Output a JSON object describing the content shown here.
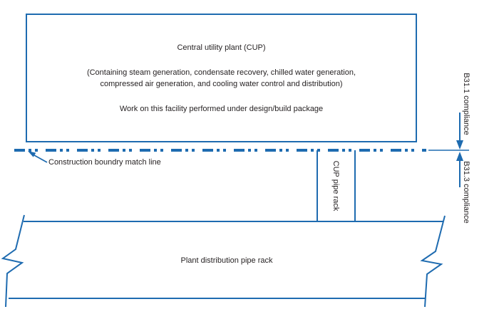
{
  "diagram": {
    "cup_box": {
      "title": "Central utility plant (CUP)",
      "contents": "(Containing steam generation, condensate recovery, chilled water generation, compressed air generation, and cooling water control and distribution)",
      "note": "Work on this facility performed under design/build package"
    },
    "match_line": {
      "label": "Construction boundry match line"
    },
    "cup_pipe_rack": {
      "label": "CUP pipe rack"
    },
    "plant_rack": {
      "label": "Plant distribution pipe rack"
    },
    "compliance": {
      "above_line": "B31.1 compliance",
      "below_line": "B31.3 compliance"
    },
    "colors": {
      "line_blue": "#1E6BB0",
      "text": "#231F20",
      "background": "#FFFFFF"
    }
  }
}
